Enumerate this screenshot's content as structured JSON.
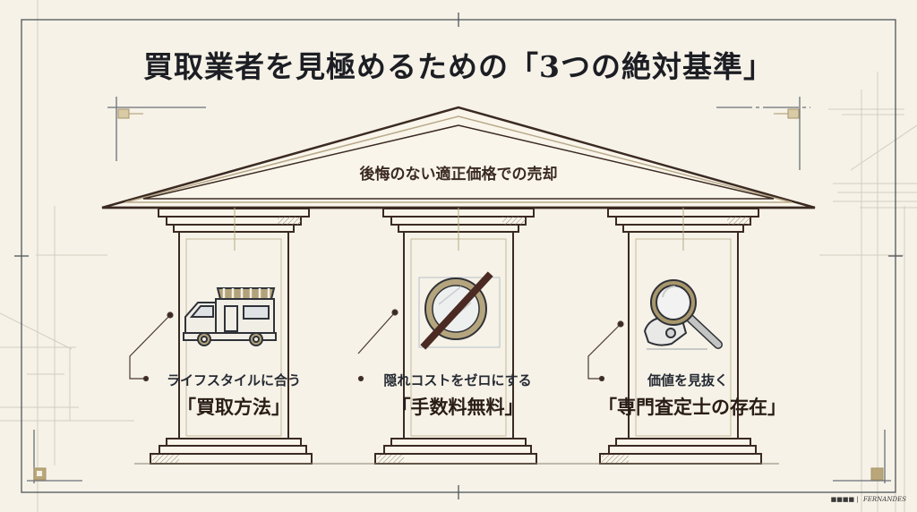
{
  "title": "買取業者を見極めるための「3つの絶対基準」",
  "pediment": {
    "text": "後悔のない適正価格での売却"
  },
  "pillars": [
    {
      "icon": "food-truck-icon",
      "subtitle": "ライフスタイルに合う",
      "label": "「買取方法」"
    },
    {
      "icon": "no-fee-coin-icon",
      "subtitle": "隠れコストをゼロにする",
      "label": "「手数料無料」"
    },
    {
      "icon": "magnifier-appraisal-icon",
      "subtitle": "価値を見抜く",
      "label": "「専門査定士の存在」"
    }
  ],
  "credit": {
    "left": "■■■■",
    "brand": "FERNANDES"
  },
  "colors": {
    "background": "#f6f2e7",
    "outline": "#3b2a22",
    "gold": "#a89468",
    "frame": "#4a5058",
    "guide": "#c9c4b6"
  }
}
